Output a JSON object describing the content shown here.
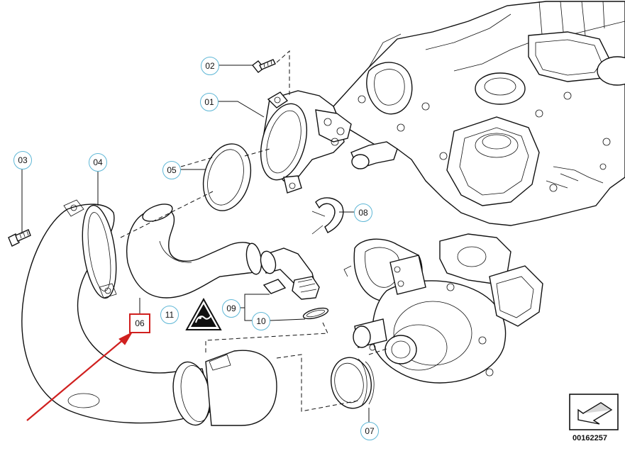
{
  "callouts": {
    "c01": "01",
    "c02": "02",
    "c03": "03",
    "c04": "04",
    "c05": "05",
    "c06": "06",
    "c07": "07",
    "c08": "08",
    "c09": "09",
    "c10": "10",
    "c11": "11"
  },
  "highlight": {
    "label": "06",
    "box_color": "#d0201f",
    "arrow_color": "#d0201f"
  },
  "callout_ring_color": "#5fb7d6",
  "diagram_id": "00162257",
  "icons": {
    "warning": "warning-triangle-icon",
    "navigation": "navigation-arrow-icon"
  }
}
